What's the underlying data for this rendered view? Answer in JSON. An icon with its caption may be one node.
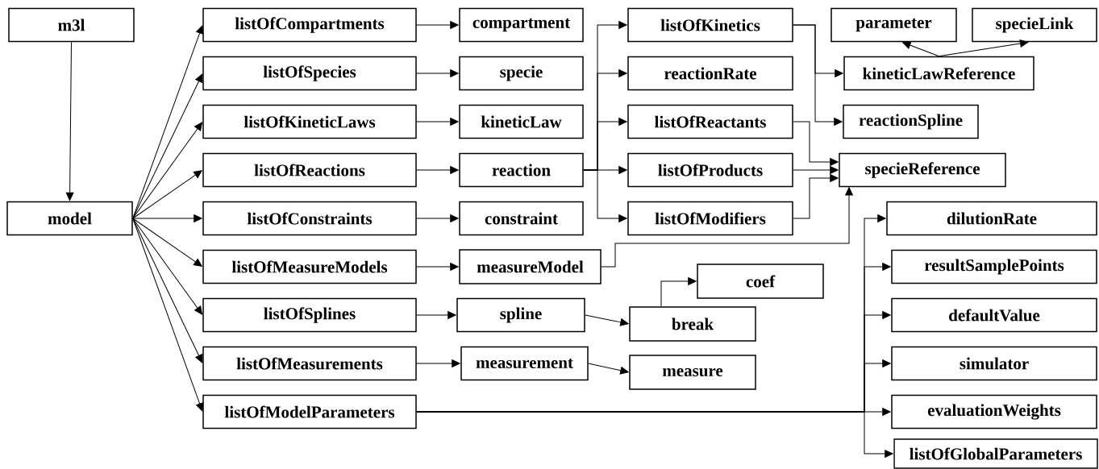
{
  "diagram": {
    "nodes": [
      {
        "text": [
          "m3l"
        ]
      },
      {
        "text": [
          "model"
        ]
      },
      {
        "text": [
          "listOfCompartments"
        ]
      },
      {
        "text": [
          "listOfSpecies"
        ]
      },
      {
        "text": [
          "listOfKineticLaws"
        ]
      },
      {
        "text": [
          "listOfReactions"
        ]
      },
      {
        "text": [
          "listOfConstraints"
        ]
      },
      {
        "text": [
          "listOfMeasureModels"
        ]
      },
      {
        "text": [
          "listOfSplines"
        ]
      },
      {
        "text": [
          "listOfMeasurements"
        ]
      },
      {
        "text": [
          "listOfModelParameters"
        ]
      },
      {
        "text": [
          "compartment"
        ]
      },
      {
        "text": [
          "specie"
        ]
      },
      {
        "text": [
          "kineticLaw"
        ]
      },
      {
        "text": [
          "reaction"
        ]
      },
      {
        "text": [
          "constraint"
        ]
      },
      {
        "text": [
          "measureModel"
        ]
      },
      {
        "text": [
          "spline"
        ]
      },
      {
        "text": [
          "measurement"
        ]
      },
      {
        "text": [
          "listOfKinetics"
        ]
      },
      {
        "text": [
          "reactionRate"
        ]
      },
      {
        "text": [
          "listOfReactants"
        ]
      },
      {
        "text": [
          "listOfProducts"
        ]
      },
      {
        "text": [
          "listOfModifiers"
        ]
      },
      {
        "text": [
          "coef"
        ]
      },
      {
        "text": [
          "break"
        ]
      },
      {
        "text": [
          "measure"
        ]
      },
      {
        "text": [
          "parameter"
        ]
      },
      {
        "text": [
          "specieLink"
        ]
      },
      {
        "text": [
          "kineticLawReference"
        ]
      },
      {
        "text": [
          "reactionSpline"
        ]
      },
      {
        "text": [
          "specieReference"
        ]
      },
      {
        "text": [
          "dilutionRate"
        ]
      },
      {
        "text": [
          "resultSamplePoints"
        ]
      },
      {
        "text": [
          "defaultValue"
        ]
      },
      {
        "text": [
          "simulator"
        ]
      },
      {
        "text": [
          "evaluationWeights"
        ]
      },
      {
        "text": [
          "listOfGlobalParameters"
        ]
      }
    ],
    "edges": [
      {
        "from": 0,
        "to": 1,
        "arrow": "to"
      },
      {
        "from": 1,
        "to": 2,
        "arrow": "to"
      },
      {
        "from": 1,
        "to": 3,
        "arrow": "to"
      },
      {
        "from": 1,
        "to": 4,
        "arrow": "to"
      },
      {
        "from": 1,
        "to": 5,
        "arrow": "to"
      },
      {
        "from": 1,
        "to": 6,
        "arrow": "to"
      },
      {
        "from": 1,
        "to": 7,
        "arrow": "to"
      },
      {
        "from": 1,
        "to": 8,
        "arrow": "to"
      },
      {
        "from": 1,
        "to": 9,
        "arrow": "to"
      },
      {
        "from": 1,
        "to": 10,
        "arrow": "to"
      },
      {
        "from": 2,
        "to": 11,
        "arrow": "to"
      },
      {
        "from": 3,
        "to": 12,
        "arrow": "to"
      },
      {
        "from": 4,
        "to": 13,
        "arrow": "to"
      },
      {
        "from": 5,
        "to": 14,
        "arrow": "to"
      },
      {
        "from": 6,
        "to": 15,
        "arrow": "to"
      },
      {
        "from": 7,
        "to": 16,
        "arrow": "to"
      },
      {
        "from": 8,
        "to": 17,
        "arrow": "to"
      },
      {
        "from": 9,
        "to": 18,
        "arrow": "to"
      },
      {
        "from": 14,
        "to": 19,
        "arrow": "to"
      },
      {
        "from": 14,
        "to": 20,
        "arrow": "to"
      },
      {
        "from": 14,
        "to": 21,
        "arrow": "to"
      },
      {
        "from": 14,
        "to": 22,
        "arrow": "to"
      },
      {
        "from": 14,
        "to": 23,
        "arrow": "to"
      },
      {
        "from": 17,
        "to": 25,
        "arrow": "to"
      },
      {
        "from": 25,
        "to": 24,
        "arrow": "to"
      },
      {
        "from": 18,
        "to": 26,
        "arrow": "to"
      },
      {
        "from": 19,
        "to": 29,
        "arrow": "to"
      },
      {
        "from": 19,
        "to": 30,
        "arrow": "to"
      },
      {
        "from": 29,
        "to": 27,
        "arrow": "to"
      },
      {
        "from": 29,
        "to": 28,
        "arrow": "to"
      },
      {
        "from": 21,
        "to": 31,
        "arrow": "to"
      },
      {
        "from": 22,
        "to": 31,
        "arrow": "to"
      },
      {
        "from": 23,
        "to": 31,
        "arrow": "to"
      },
      {
        "from": 16,
        "to": 31,
        "arrow": "to"
      },
      {
        "from": 10,
        "to": 32,
        "arrow": "to"
      },
      {
        "from": 10,
        "to": 33,
        "arrow": "to"
      },
      {
        "from": 10,
        "to": 34,
        "arrow": "to"
      },
      {
        "from": 10,
        "to": 35,
        "arrow": "to"
      },
      {
        "from": 10,
        "to": 36,
        "arrow": "to"
      },
      {
        "from": 10,
        "to": 37,
        "arrow": "to"
      }
    ]
  }
}
